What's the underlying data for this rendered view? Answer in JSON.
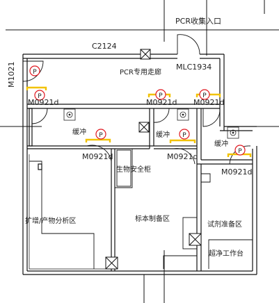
{
  "drawing": {
    "colors": {
      "wall": "#111111",
      "grid": "#111111",
      "door_arc": "#111111",
      "p_mark": "#e0171f",
      "door_highlight": "#f2c200",
      "fixture": "#222222"
    },
    "labels": {
      "pcr_entrance": "PCR收集入口",
      "window_c2124": "C2124",
      "door_m1021": "M1021",
      "pcr_corridor": "PCR专用走廊",
      "door_mlc1934": "MLC1934",
      "door_m0921_a": "M0921d",
      "door_m0921_b": "M0921d",
      "door_m0921_c": "M0921d",
      "buffer_1": "缓冲",
      "buffer_2": "缓冲",
      "buffer_3": "缓冲",
      "door_m0921_d": "M0921d",
      "door_m0921_e": "M0921d",
      "door_m0921_f": "M0921d",
      "biosafety_cabinet": "生物安全柜",
      "room_amplification": "扩增/产物分析区",
      "room_sample_prep": "标本制备区",
      "room_reagent_prep": "试剂准备区",
      "ultraclean_bench": "超净工作台"
    },
    "p_marker_text": "P"
  }
}
